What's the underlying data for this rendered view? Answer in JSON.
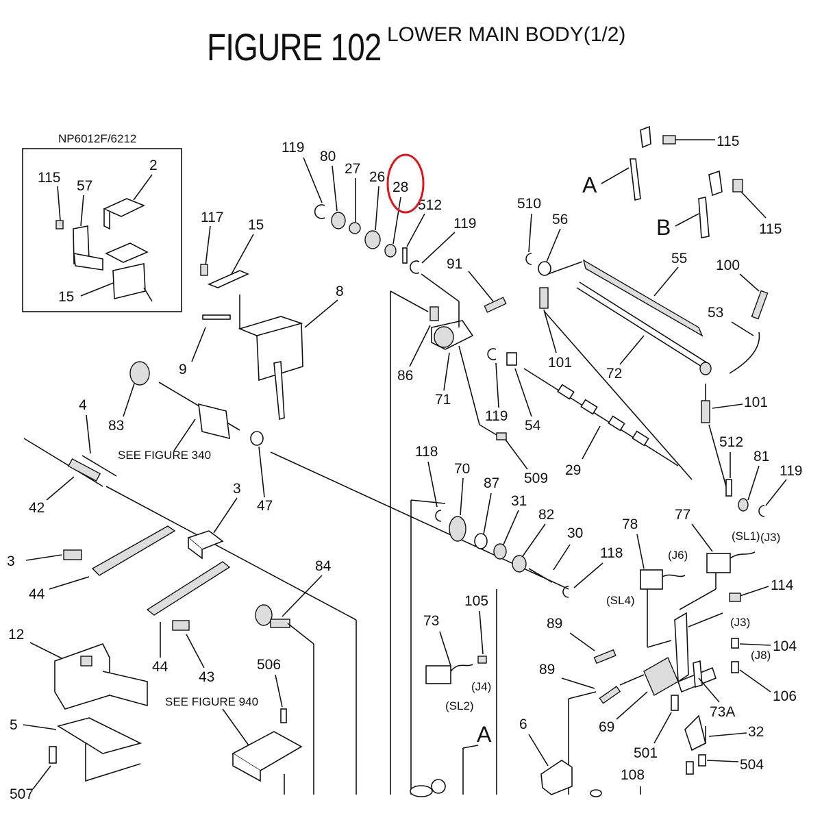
{
  "title": {
    "figure": "FIGURE 102",
    "subtitle": "LOWER MAIN BODY(1/2)"
  },
  "inset": {
    "model": "NP6012F/6212",
    "labels": [
      "115",
      "57",
      "2",
      "15"
    ]
  },
  "notes": {
    "see_340": "SEE FIGURE 340",
    "see_940": "SEE FIGURE 940",
    "detail_a": "A",
    "detail_b": "B",
    "bottom_a": "A"
  },
  "callouts": {
    "n119a": "119",
    "n80": "80",
    "n27": "27",
    "n26": "26",
    "n28": "28",
    "n512a": "512",
    "n119b": "119",
    "n91": "91",
    "n86": "86",
    "n71": "71",
    "n119c": "119",
    "n54": "54",
    "n509": "509",
    "n510": "510",
    "n56": "56",
    "n55": "55",
    "n100": "100",
    "n53": "53",
    "n101a": "101",
    "n72": "72",
    "n101b": "101",
    "n29": "29",
    "n512b": "512",
    "n81": "81",
    "n119d": "119",
    "n115a": "115",
    "n115b": "115",
    "n117": "117",
    "n15": "15",
    "n8": "8",
    "n9": "9",
    "n83": "83",
    "n4": "4",
    "n42": "42",
    "n47": "47",
    "n3": "3",
    "n3b": "3",
    "n44a": "44",
    "n44b": "44",
    "n12": "12",
    "n43": "43",
    "n84": "84",
    "n5": "5",
    "n506": "506",
    "n507": "507",
    "n118a": "118",
    "n70": "70",
    "n87": "87",
    "n31": "31",
    "n82": "82",
    "n30": "30",
    "n118b": "118",
    "n73": "73",
    "n105": "105",
    "n78": "78",
    "n77": "77",
    "n114": "114",
    "n104": "104",
    "n106": "106",
    "n89a": "89",
    "n89b": "89",
    "n69": "69",
    "n73a": "73A",
    "n32": "32",
    "n501": "501",
    "n504": "504",
    "n6": "6",
    "n108": "108"
  },
  "connectors": {
    "sl1": "(SL1)",
    "j3a": "(J3)",
    "j6a": "(J6)",
    "sl4": "(SL4)",
    "j3b": "(J3)",
    "j8": "(J8)",
    "j4": "(J4)",
    "sl2": "(SL2)"
  },
  "highlight": {
    "part": "28",
    "color": "#e0141b"
  }
}
